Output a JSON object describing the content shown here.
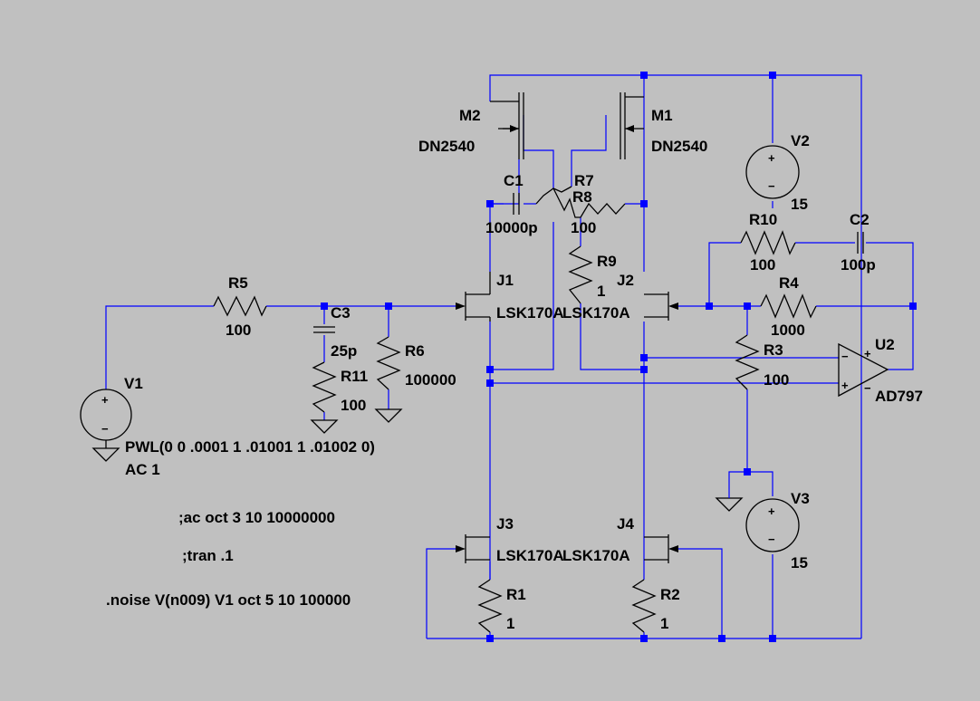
{
  "components": {
    "m2": {
      "name": "M2",
      "model": "DN2540"
    },
    "m1": {
      "name": "M1",
      "model": "DN2540"
    },
    "v2": {
      "name": "V2",
      "value": "15"
    },
    "v3": {
      "name": "V3",
      "value": "15"
    },
    "v1": {
      "name": "V1",
      "value1": "PWL(0 0 .0001 1 .01001 1 .01002 0)",
      "value2": "AC 1"
    },
    "c1": {
      "name": "C1",
      "value": "10000p"
    },
    "c2": {
      "name": "C2",
      "value": "100p"
    },
    "c3": {
      "name": "C3",
      "value": "25p"
    },
    "r7": {
      "name": "R7"
    },
    "r8": {
      "name": "R8",
      "value": "100"
    },
    "r9": {
      "name": "R9",
      "value": "1"
    },
    "r10": {
      "name": "R10",
      "value": "100"
    },
    "r4": {
      "name": "R4",
      "value": "1000"
    },
    "r3": {
      "name": "R3",
      "value": "100"
    },
    "r5": {
      "name": "R5",
      "value": "100"
    },
    "r6": {
      "name": "R6",
      "value": "100000"
    },
    "r11": {
      "name": "R11",
      "value": "100"
    },
    "r1": {
      "name": "R1",
      "value": "1"
    },
    "r2": {
      "name": "R2",
      "value": "1"
    },
    "j1": {
      "name": "J1",
      "model": "LSK170A"
    },
    "j2": {
      "name": "J2",
      "model": "LSK170A"
    },
    "j3": {
      "name": "J3",
      "model": "LSK170A"
    },
    "j4": {
      "name": "J4",
      "model": "LSK170A"
    },
    "u2": {
      "name": "U2",
      "model": "AD797"
    }
  },
  "pins": {
    "plus": "+",
    "minus": "−"
  },
  "directives": {
    "ac": ";ac oct 3 10 10000000",
    "tran": ";tran .1",
    "noise": ".noise V(n009) V1 oct 5 10 100000"
  },
  "colors": {
    "background": "#c0c0c0",
    "wire": "#0000ff",
    "component": "#000000"
  }
}
